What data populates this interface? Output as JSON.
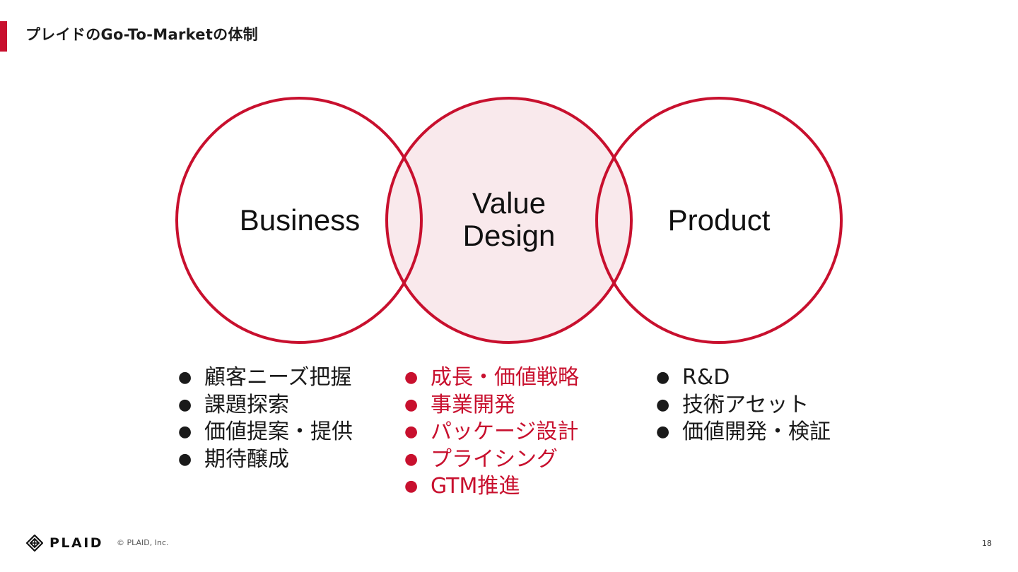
{
  "header": {
    "title": "プレイドのGo-To-Marketの体制"
  },
  "diagram": {
    "circles": [
      {
        "label": "Business"
      },
      {
        "label_line1": "Value",
        "label_line2": "Design"
      },
      {
        "label": "Product"
      }
    ],
    "lists": {
      "business": [
        "顧客ニーズ把握",
        "課題探索",
        "価値提案・提供",
        "期待醸成"
      ],
      "value_design": [
        "成長・価値戦略",
        "事業開発",
        "パッケージ設計",
        "プライシング",
        "GTM推進"
      ],
      "product": [
        "R&D",
        "技術アセット",
        "価値開発・検証"
      ]
    },
    "bullet": "●",
    "colors": {
      "accent": "#c8102e",
      "center_fill": "#f9e9ec",
      "text": "#1a1a1a"
    }
  },
  "footer": {
    "logo_text": "PLAID",
    "logo_icon": "plaid-diamond-icon",
    "copyright": "© PLAID, Inc.",
    "page_number": "18"
  }
}
